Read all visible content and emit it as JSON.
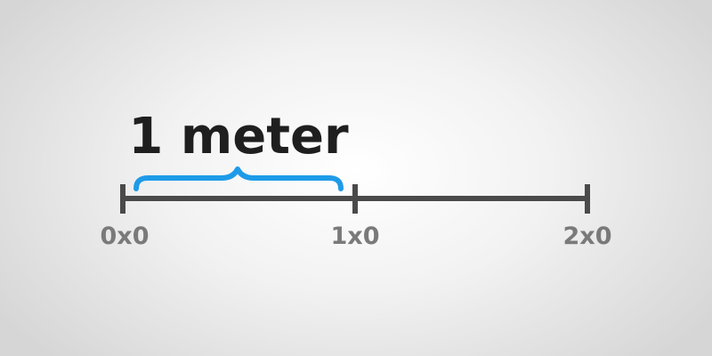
{
  "measure_label": "1 meter",
  "ticks": [
    {
      "label": "0x0"
    },
    {
      "label": "1x0"
    },
    {
      "label": "2x0"
    }
  ],
  "colors": {
    "axis": "#4a4a4a",
    "tick_text": "#7a7a7a",
    "label_text": "#1f1f1f",
    "brace": "#1e9be8"
  }
}
